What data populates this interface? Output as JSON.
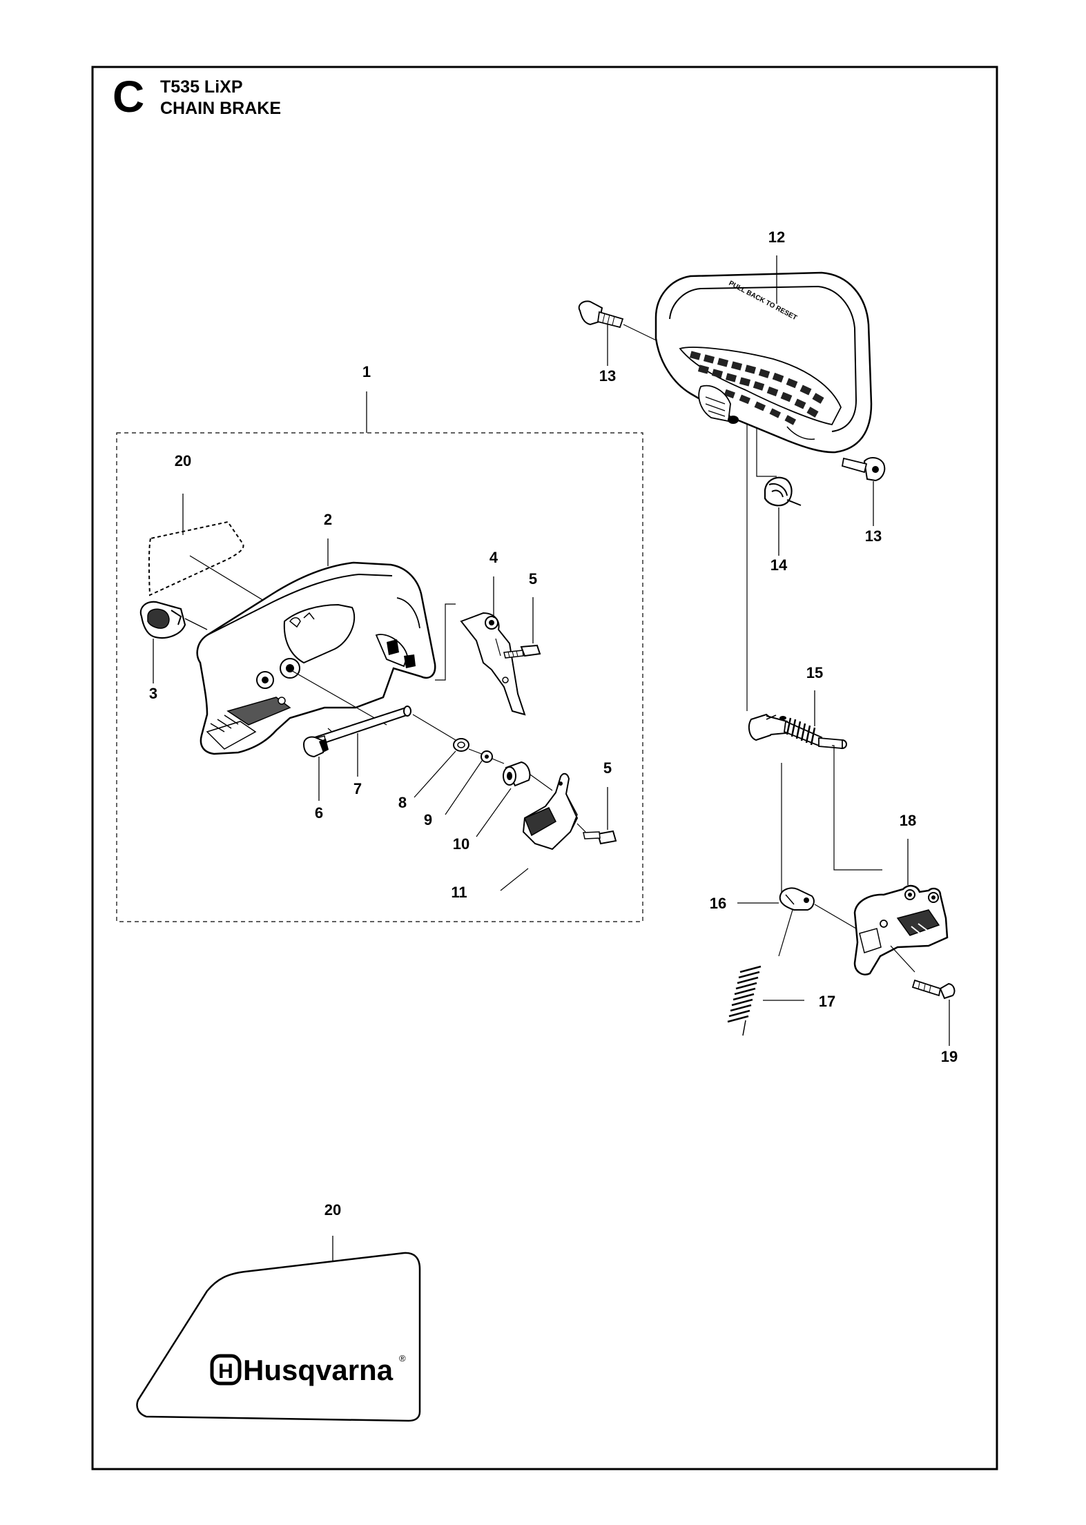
{
  "header": {
    "section_letter": "C",
    "model": "T535 LiXP",
    "assembly": "CHAIN BRAKE"
  },
  "callouts": [
    "1",
    "2",
    "3",
    "4",
    "5",
    "5",
    "6",
    "7",
    "8",
    "9",
    "10",
    "11",
    "12",
    "13",
    "13",
    "14",
    "15",
    "16",
    "17",
    "18",
    "19",
    "20",
    "20"
  ],
  "decal": {
    "brand": "Husqvarna",
    "brand_glyph": "H",
    "trademark": "®"
  },
  "guard_label": "PULL BACK TO RESET",
  "colors": {
    "ink": "#000000",
    "background": "#ffffff",
    "part_fill": "#ffffff",
    "shade": "#555555"
  }
}
